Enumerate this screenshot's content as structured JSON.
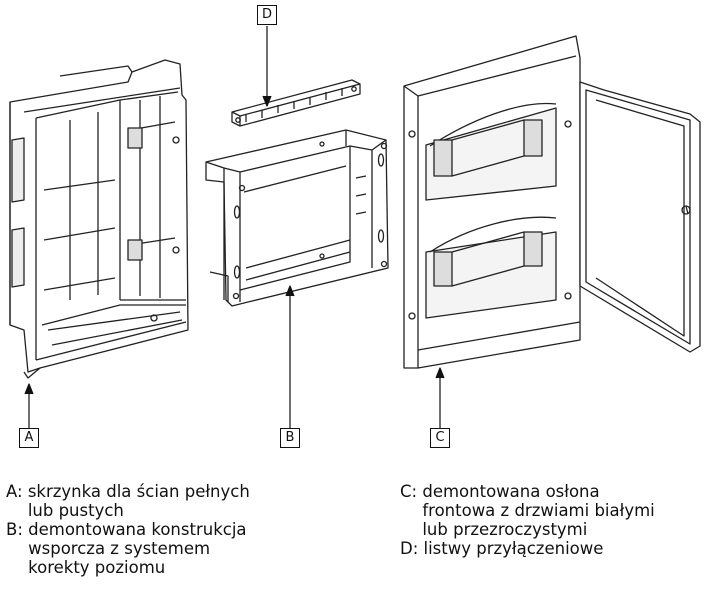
{
  "callouts": {
    "a": "A",
    "b": "B",
    "c": "C",
    "d": "D"
  },
  "legend": [
    {
      "key": "A:",
      "text": "skrzynka dla ścian pełnych\nlub pustych"
    },
    {
      "key": "B:",
      "text": "demontowana konstrukcja\nwsporcza z systemem\nkorekty poziomu"
    },
    {
      "key": "C:",
      "text": "demontowana osłona\nfrontowa z drzwiami białymi\nlub przezroczystymi"
    },
    {
      "key": "D:",
      "text": "listwy przyłączeniowe"
    }
  ]
}
